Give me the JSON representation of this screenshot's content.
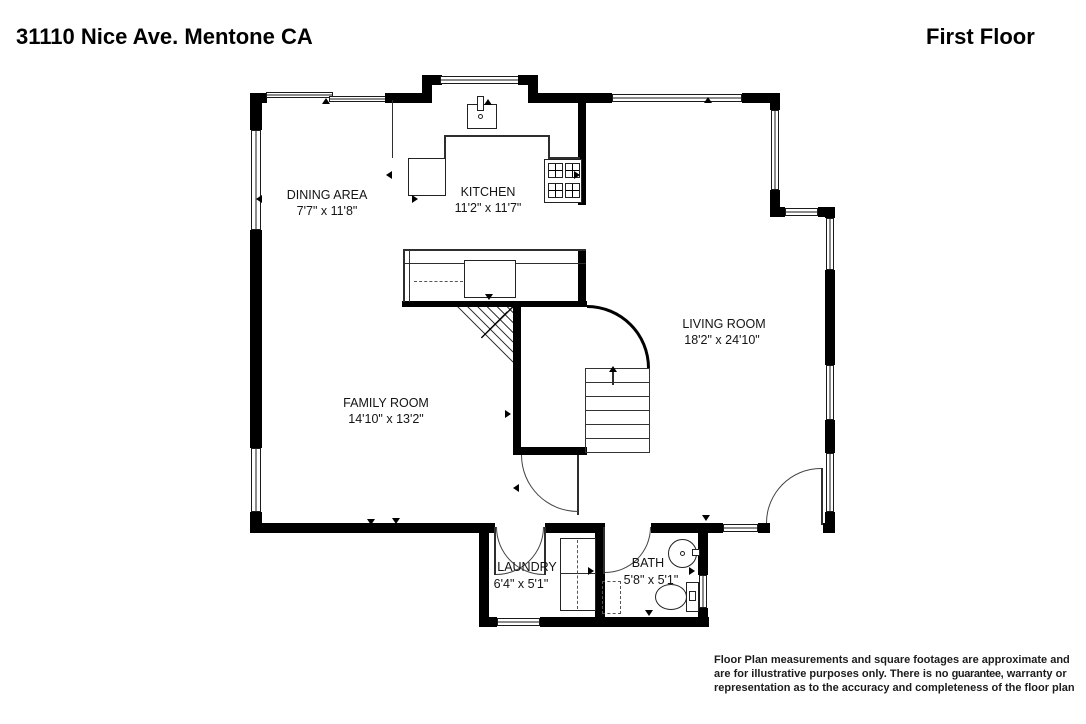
{
  "header": {
    "address": "31110 Nice Ave. Mentone CA",
    "floor": "First Floor"
  },
  "rooms": [
    {
      "id": "dining",
      "label": "DINING AREA",
      "dims": "7'7\" x 11'8\""
    },
    {
      "id": "kitchen",
      "label": "KITCHEN",
      "dims": "11'2\" x 11'7\""
    },
    {
      "id": "living",
      "label": "LIVING ROOM",
      "dims": "18'2\" x 24'10\""
    },
    {
      "id": "family",
      "label": "FAMILY ROOM",
      "dims": "14'10\" x 13'2\""
    },
    {
      "id": "laundry",
      "label": "LAUNDRY",
      "dims": "6'4\" x 5'1\""
    },
    {
      "id": "bath",
      "label": "BATH",
      "dims": "5'8\" x 5'1\""
    }
  ],
  "disclaimer": {
    "part1": "Floor Plan measurements and square footages are approximate and are for illustrative purposes only. There is no ",
    "highlight": "guarantee",
    "part2": ", warranty or representation as to the accuracy and completeness of the floor plan"
  },
  "fixtures": [
    "kitchen-sink",
    "refrigerator",
    "range",
    "island-counter",
    "dishwasher",
    "staircase-up",
    "washer-dryer",
    "bathroom-sink",
    "toilet"
  ],
  "colors": {
    "wall": "#000000",
    "line": "#2e2e2e",
    "background": "#ffffff"
  }
}
